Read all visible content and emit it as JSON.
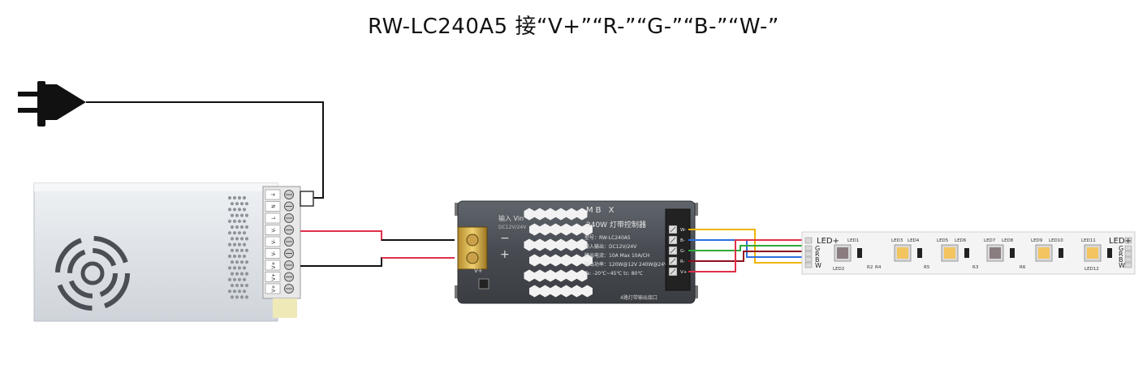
{
  "title": "RW-LC240A5 接“V+”“R-”“G-”“B-”“W-”",
  "colors": {
    "wire_black": "#111111",
    "wire_red": "#e0304a",
    "wire_yellow": "#f0b400",
    "wire_blue": "#2d6fe0",
    "wire_green": "#2eaa3a",
    "wire_darkred": "#8e1020",
    "psu_body": "#dfe3e8",
    "controller_body": "#4a4e54",
    "strip_pcb": "#f4f4f4",
    "led_warm": "#f3c560"
  },
  "controller": {
    "brand": "MB X",
    "input_label": "输入 Vin",
    "input_sub": "DC12V/24V",
    "model_title": "240W 灯带控制器",
    "spec_lines": [
      "型号：RW-LC240A5",
      "输入输出：DC12V/24V",
      "输出电流：10A Max  10A/CH",
      "输出功率：120W@12V 240W@24V",
      "Ta: -20℃~45℃   tc: 80℃"
    ],
    "bottom_label": "4路灯带输出接口",
    "term_labels": [
      "W-",
      "B-",
      "G-",
      "R-",
      "V+"
    ],
    "side_minus": "−",
    "side_plus": "+",
    "v_plus": "V+"
  },
  "psu": {
    "term_labels": [
      "⏚",
      "N",
      "L",
      "V-",
      "V-",
      "V-",
      "V+",
      "V+",
      "V+"
    ]
  },
  "strip": {
    "pad_top": "LED+",
    "pad_labels": [
      "G",
      "R",
      "B",
      "W"
    ],
    "led_labels": [
      "LED1",
      "LED3",
      "LED4",
      "LED5",
      "LED6",
      "LED7",
      "LED8",
      "LED9",
      "LED10",
      "LED11"
    ],
    "led_bottom_labels": [
      "LED2",
      "LED12"
    ],
    "res_labels": [
      "R2",
      "R4",
      "R5",
      "R3",
      "R6"
    ]
  }
}
